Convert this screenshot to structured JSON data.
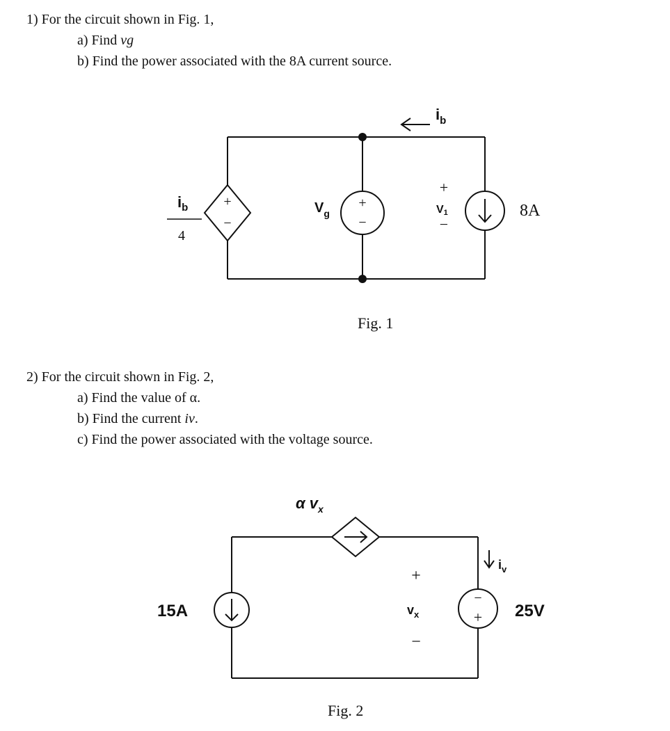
{
  "problem1": {
    "prompt": "1) For the circuit shown in Fig. 1,",
    "part_a_text": "a) Find ",
    "part_a_var": "vg",
    "part_b": "b) Find the power associated with the 8A current source."
  },
  "fig1": {
    "caption": "Fig. 1",
    "ib_top": "i",
    "ib_top_sub": "b",
    "dep_label_num": "i",
    "dep_label_num_sub": "b",
    "dep_label_den": "4",
    "vg_label": "V",
    "vg_sub": "g",
    "v1_plus": "+",
    "v1_label": "V",
    "v1_sub": "1",
    "v1_minus": "−",
    "source_8a": "8A",
    "plus": "+",
    "minus": "−"
  },
  "problem2": {
    "prompt": "2) For the circuit shown in Fig. 2,",
    "part_a": "a) Find the value of α.",
    "part_b_text": "b) Find the current ",
    "part_b_var": "iv",
    "part_b_end": ".",
    "part_c": "c) Find the power associated with the voltage source."
  },
  "fig2": {
    "caption": "Fig. 2",
    "alpha_label": "α v",
    "alpha_sub": "x",
    "source_15a": "15A",
    "vx_plus": "+",
    "vx_label": "v",
    "vx_sub": "x",
    "vx_minus": "−",
    "iv_label": "i",
    "iv_sub": "v",
    "source_25v": "25V",
    "plus": "+",
    "minus": "−"
  }
}
